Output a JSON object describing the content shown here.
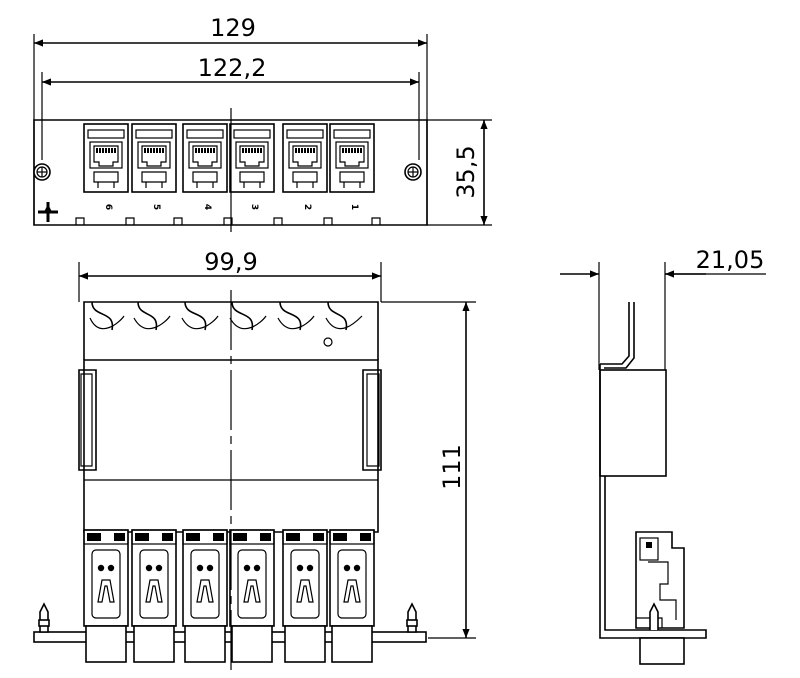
{
  "front_view": {
    "dim_overall_width": "129",
    "dim_hole_spacing": "122,2",
    "dim_height": "35,5",
    "port_labels": [
      "6",
      "5",
      "4",
      "3",
      "2",
      "1"
    ]
  },
  "top_view": {
    "dim_width": "99,9",
    "dim_depth": "111"
  },
  "side_view": {
    "dim_thickness": "21,05"
  }
}
